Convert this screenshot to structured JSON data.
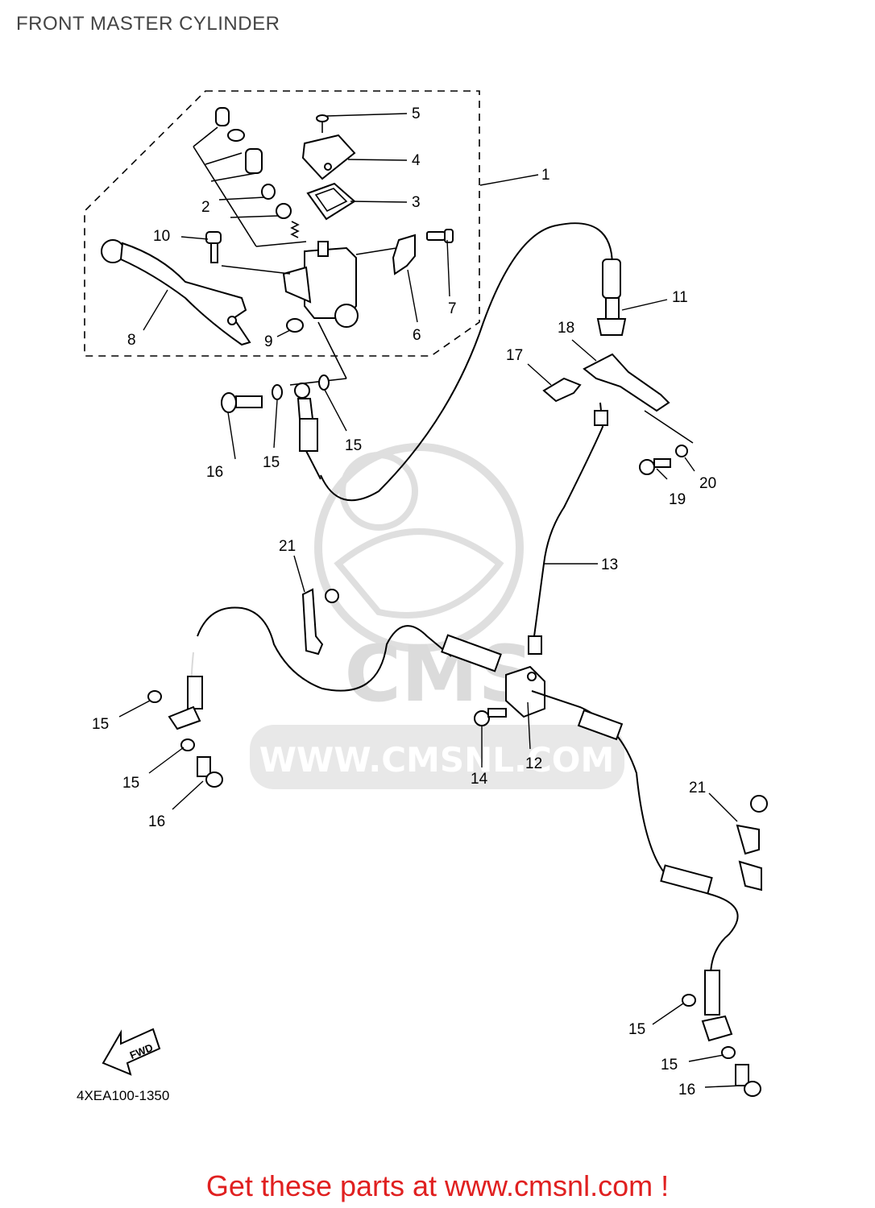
{
  "header": {
    "title": "FRONT MASTER CYLINDER"
  },
  "watermark": {
    "text": "WWW.CMSNL.COM",
    "logo_text": "CMS"
  },
  "callouts": [
    {
      "id": "c1",
      "label": "1"
    },
    {
      "id": "c2",
      "label": "2"
    },
    {
      "id": "c3",
      "label": "3"
    },
    {
      "id": "c4",
      "label": "4"
    },
    {
      "id": "c5",
      "label": "5"
    },
    {
      "id": "c6",
      "label": "6"
    },
    {
      "id": "c7",
      "label": "7"
    },
    {
      "id": "c8",
      "label": "8"
    },
    {
      "id": "c9",
      "label": "9"
    },
    {
      "id": "c10",
      "label": "10"
    },
    {
      "id": "c11",
      "label": "11"
    },
    {
      "id": "c12",
      "label": "12"
    },
    {
      "id": "c13",
      "label": "13"
    },
    {
      "id": "c14",
      "label": "14"
    },
    {
      "id": "c15a",
      "label": "15"
    },
    {
      "id": "c15b",
      "label": "15"
    },
    {
      "id": "c15c",
      "label": "15"
    },
    {
      "id": "c15d",
      "label": "15"
    },
    {
      "id": "c15e",
      "label": "15"
    },
    {
      "id": "c15f",
      "label": "15"
    },
    {
      "id": "c16a",
      "label": "16"
    },
    {
      "id": "c16b",
      "label": "16"
    },
    {
      "id": "c16c",
      "label": "16"
    },
    {
      "id": "c17",
      "label": "17"
    },
    {
      "id": "c18",
      "label": "18"
    },
    {
      "id": "c19",
      "label": "19"
    },
    {
      "id": "c20",
      "label": "20"
    },
    {
      "id": "c21a",
      "label": "21"
    },
    {
      "id": "c21b",
      "label": "21"
    }
  ],
  "fwd_label": "FWD",
  "part_code": "4XEA100-1350",
  "footer": {
    "cta": "Get these parts at www.cmsnl.com !"
  }
}
